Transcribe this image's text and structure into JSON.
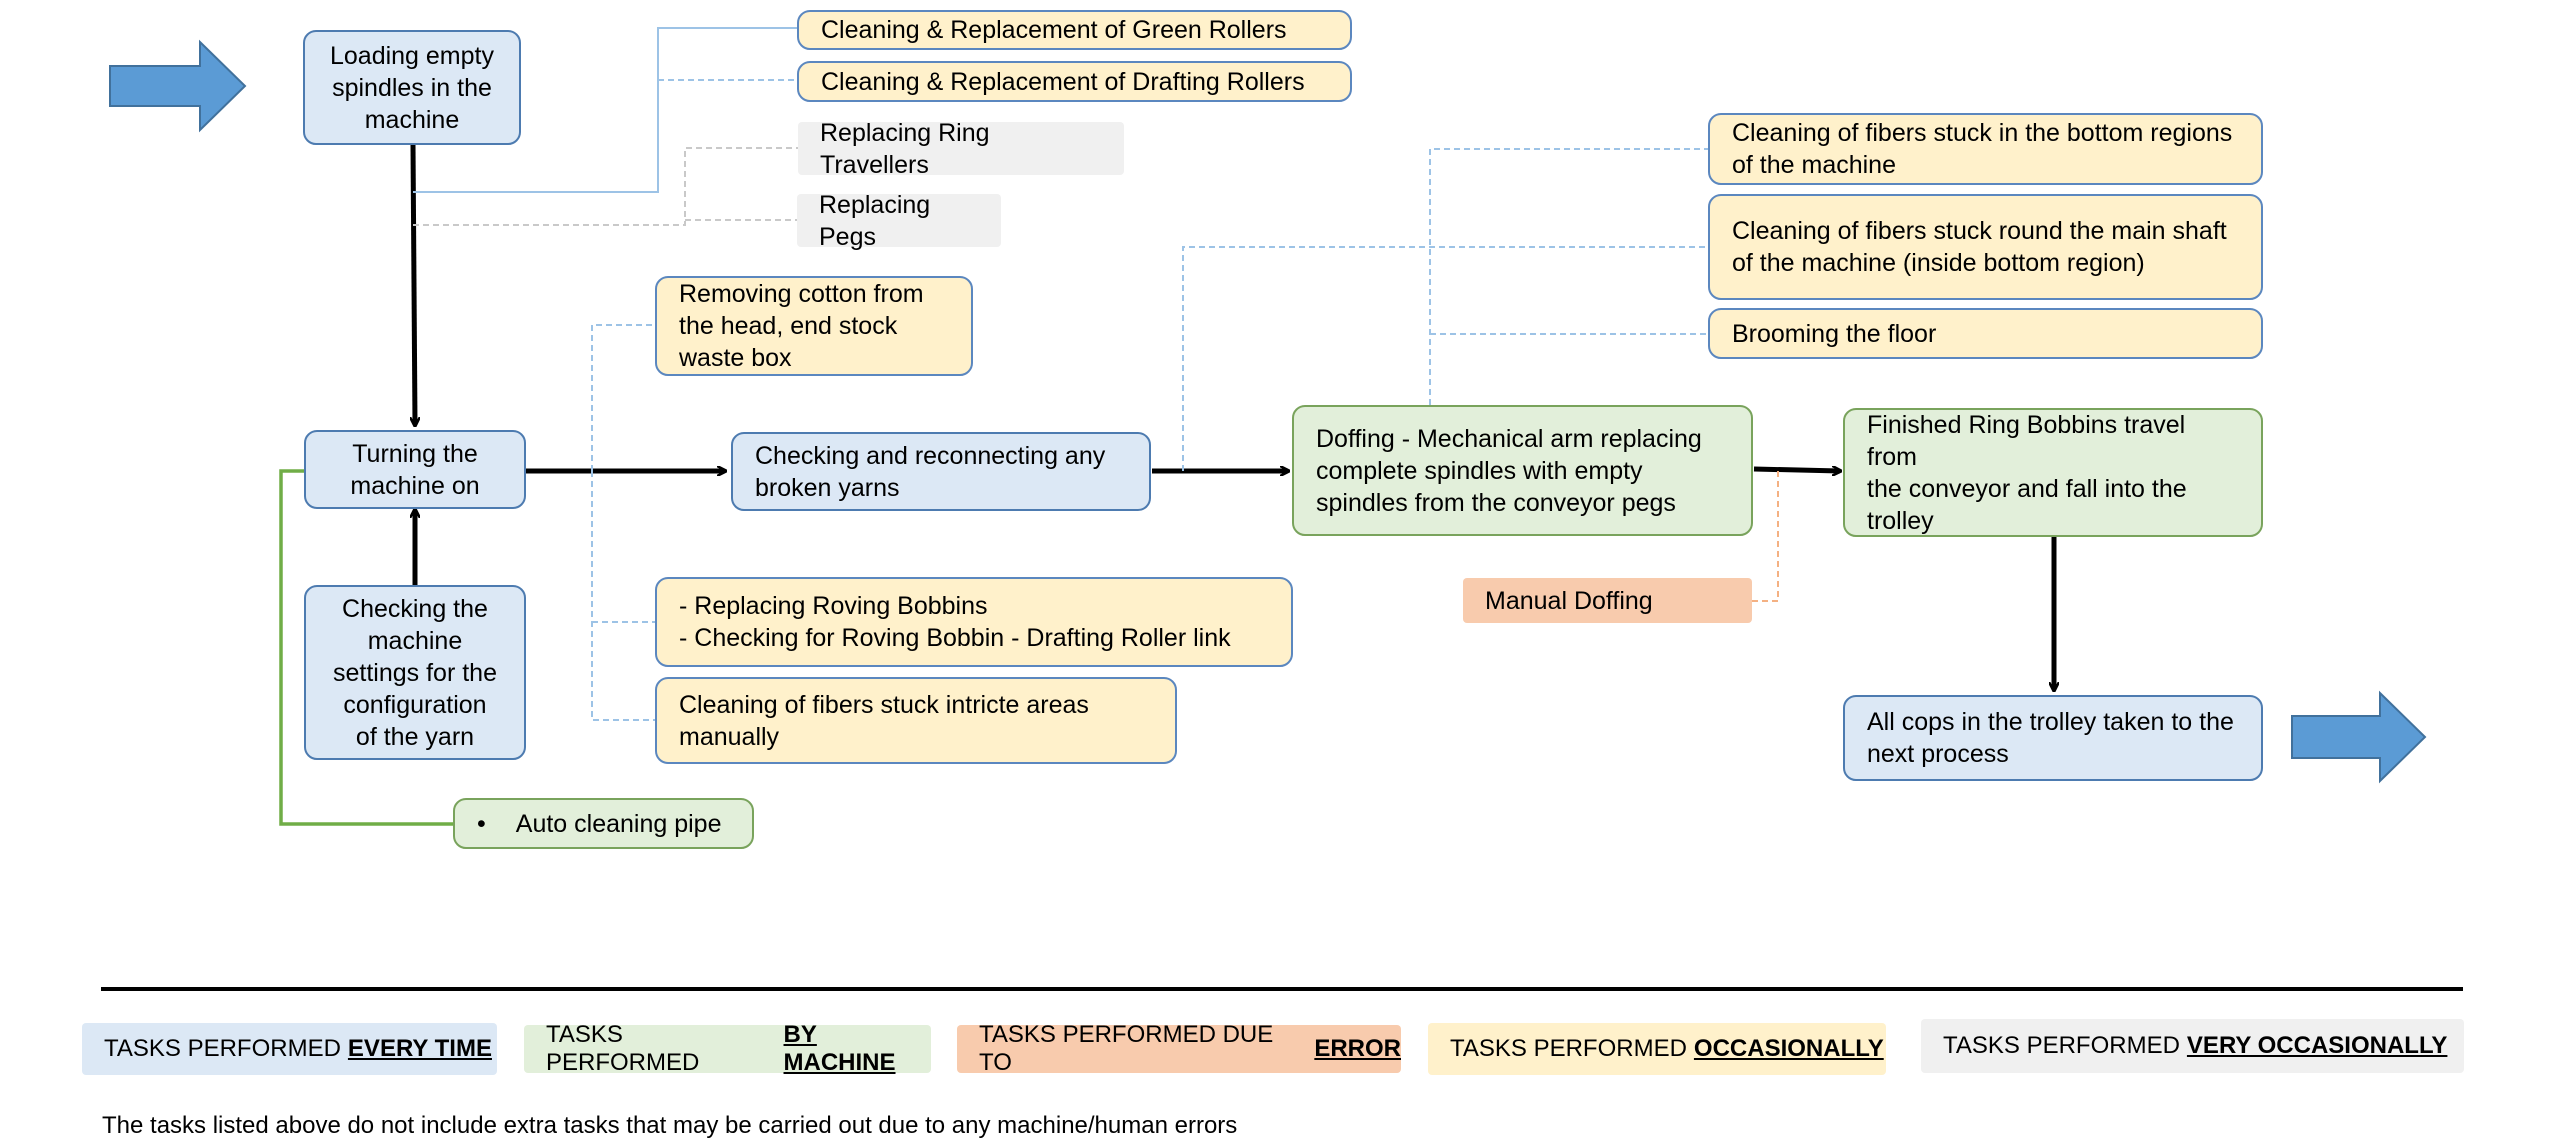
{
  "nodes": {
    "loading": "Loading empty\nspindles in the\nmachine",
    "green_rollers": "Cleaning & Replacement of Green Rollers",
    "drafting_rollers": "Cleaning & Replacement of Drafting Rollers",
    "ring_travellers": "Replacing Ring Travellers",
    "pegs": "Replacing Pegs",
    "removing_cotton": "Removing cotton from\nthe head, end stock\nwaste box",
    "turning_on": "Turning the\nmachine on",
    "checking_reconnecting": "Checking and reconnecting any\nbroken yarns",
    "checking_settings": "Checking the\nmachine\nsettings for the\nconfiguration\nof the yarn",
    "roving": "- Replacing Roving Bobbins\n- Checking for Roving Bobbin - Drafting Roller link",
    "intricate": "Cleaning of fibers stuck intricte areas\nmanually",
    "auto_cleaning_bullet": "•",
    "auto_cleaning": "Auto cleaning pipe",
    "bottom_regions": "Cleaning of fibers stuck in the bottom regions\nof the machine",
    "main_shaft": "Cleaning of fibers stuck round the main shaft\nof the machine (inside bottom region)",
    "brooming": "Brooming the floor",
    "doffing": "Doffing - Mechanical arm replacing\ncomplete spindles with empty\nspindles from the conveyor pegs",
    "manual_doffing": "Manual Doffing",
    "finished_bobbins": "Finished Ring Bobbins travel from\nthe conveyor and fall into the\ntrolley",
    "all_cops": "All cops in the trolley taken to the\nnext process"
  },
  "legend": [
    {
      "prefix": "TASKS PERFORMED",
      "strong": "EVERY TIME"
    },
    {
      "prefix": "TASKS PERFORMED",
      "strong": "BY MACHINE"
    },
    {
      "prefix": "TASKS PERFORMED DUE TO",
      "strong": "ERROR"
    },
    {
      "prefix": "TASKS PERFORMED",
      "strong": "OCCASIONALLY"
    },
    {
      "prefix": "TASKS PERFORMED",
      "strong": "VERY OCCASIONALLY"
    }
  ],
  "footnote": "The tasks listed above do not include extra tasks that may be carried out due to any machine/human errors",
  "colors": {
    "every_time": "#dce8f5",
    "by_machine": "#e2efda",
    "due_to_error": "#f8cbad",
    "occasionally": "#fff1cb",
    "very_occasionally": "#f0f0f0",
    "arrow_blue": "#5b9bd5",
    "auto_cleaning_line": "#70ad47"
  }
}
